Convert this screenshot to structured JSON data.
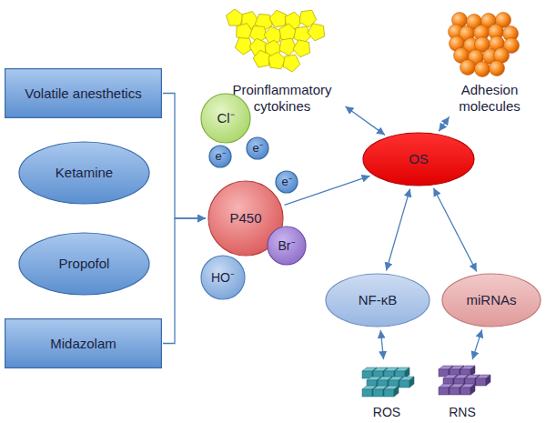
{
  "diagram": {
    "nodes": [
      {
        "text": [
          "Volatile anesthetics"
        ]
      },
      {
        "text": [
          "Ketamine"
        ]
      },
      {
        "text": [
          "Propofol"
        ]
      },
      {
        "text": [
          "Midazolam"
        ]
      },
      {
        "text": [
          "Proinflammatory cytokines"
        ]
      },
      {
        "text": [
          "Adhesion molecules"
        ]
      },
      {
        "text": [
          "Cl⁻"
        ]
      },
      {
        "text": [
          "e⁻"
        ]
      },
      {
        "text": [
          "e⁻"
        ]
      },
      {
        "text": [
          "e⁻"
        ]
      },
      {
        "text": [
          "P450"
        ]
      },
      {
        "text": [
          "Br⁻"
        ]
      },
      {
        "text": [
          "HO⁻"
        ]
      },
      {
        "text": [
          "OS"
        ]
      },
      {
        "text": [
          "NF-κB"
        ]
      },
      {
        "text": [
          "miRNAs"
        ]
      },
      {
        "text": [
          "ROS"
        ]
      },
      {
        "text": [
          "RNS"
        ]
      }
    ],
    "edges": [
      {
        "from": 0,
        "to": 10,
        "arrow": "to"
      },
      {
        "from": 3,
        "to": 10,
        "arrow": "to"
      },
      {
        "from": 10,
        "to": 13,
        "arrow": "to"
      },
      {
        "from": 13,
        "to": 4,
        "arrow": "both"
      },
      {
        "from": 13,
        "to": 5,
        "arrow": "both"
      },
      {
        "from": 13,
        "to": 14,
        "arrow": "both"
      },
      {
        "from": 13,
        "to": 15,
        "arrow": "both"
      },
      {
        "from": 14,
        "to": 16,
        "arrow": "both"
      },
      {
        "from": 15,
        "to": 17,
        "arrow": "both"
      }
    ]
  }
}
